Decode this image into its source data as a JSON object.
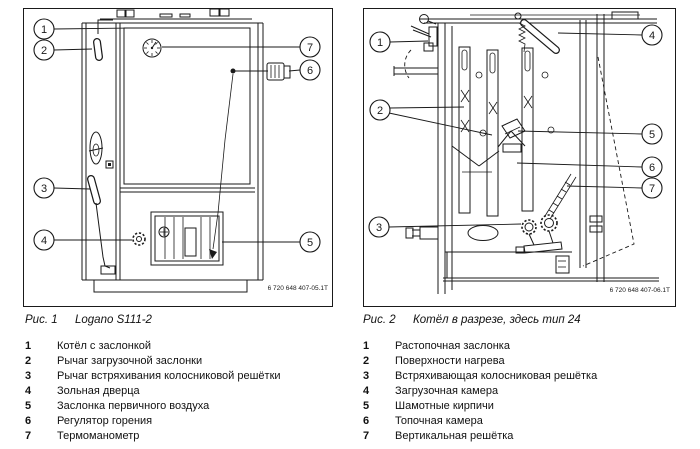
{
  "page": {
    "background": "#ffffff",
    "line_color": "#1a1a1a"
  },
  "figure1": {
    "caption_label": "Рис. 1",
    "caption_text": "Logano S111-2",
    "drawing_code": "6 720 648 407-05.1T",
    "callouts": [
      "1",
      "2",
      "3",
      "4",
      "5",
      "6",
      "7"
    ],
    "legend": [
      {
        "num": "1",
        "text": "Котёл с заслонкой"
      },
      {
        "num": "2",
        "text": "Рычаг загрузочной заслонки"
      },
      {
        "num": "3",
        "text": "Рычаг встряхивания колосниковой решётки"
      },
      {
        "num": "4",
        "text": "Зольная дверца"
      },
      {
        "num": "5",
        "text": "Заслонка первичного воздуха"
      },
      {
        "num": "6",
        "text": "Регулятор горения"
      },
      {
        "num": "7",
        "text": "Термоманометр"
      }
    ]
  },
  "figure2": {
    "caption_label": "Рис. 2",
    "caption_text": "Котёл в разрезе, здесь тип 24",
    "drawing_code": "6 720 648 407-06.1T",
    "callouts": [
      "1",
      "2",
      "3",
      "4",
      "5",
      "6",
      "7"
    ],
    "legend": [
      {
        "num": "1",
        "text": "Растопочная заслонка"
      },
      {
        "num": "2",
        "text": "Поверхности нагрева"
      },
      {
        "num": "3",
        "text": "Встряхивающая колосниковая решётка"
      },
      {
        "num": "4",
        "text": "Загрузочная камера"
      },
      {
        "num": "5",
        "text": "Шамотные кирпичи"
      },
      {
        "num": "6",
        "text": "Топочная камера"
      },
      {
        "num": "7",
        "text": "Вертикальная решётка"
      }
    ]
  }
}
